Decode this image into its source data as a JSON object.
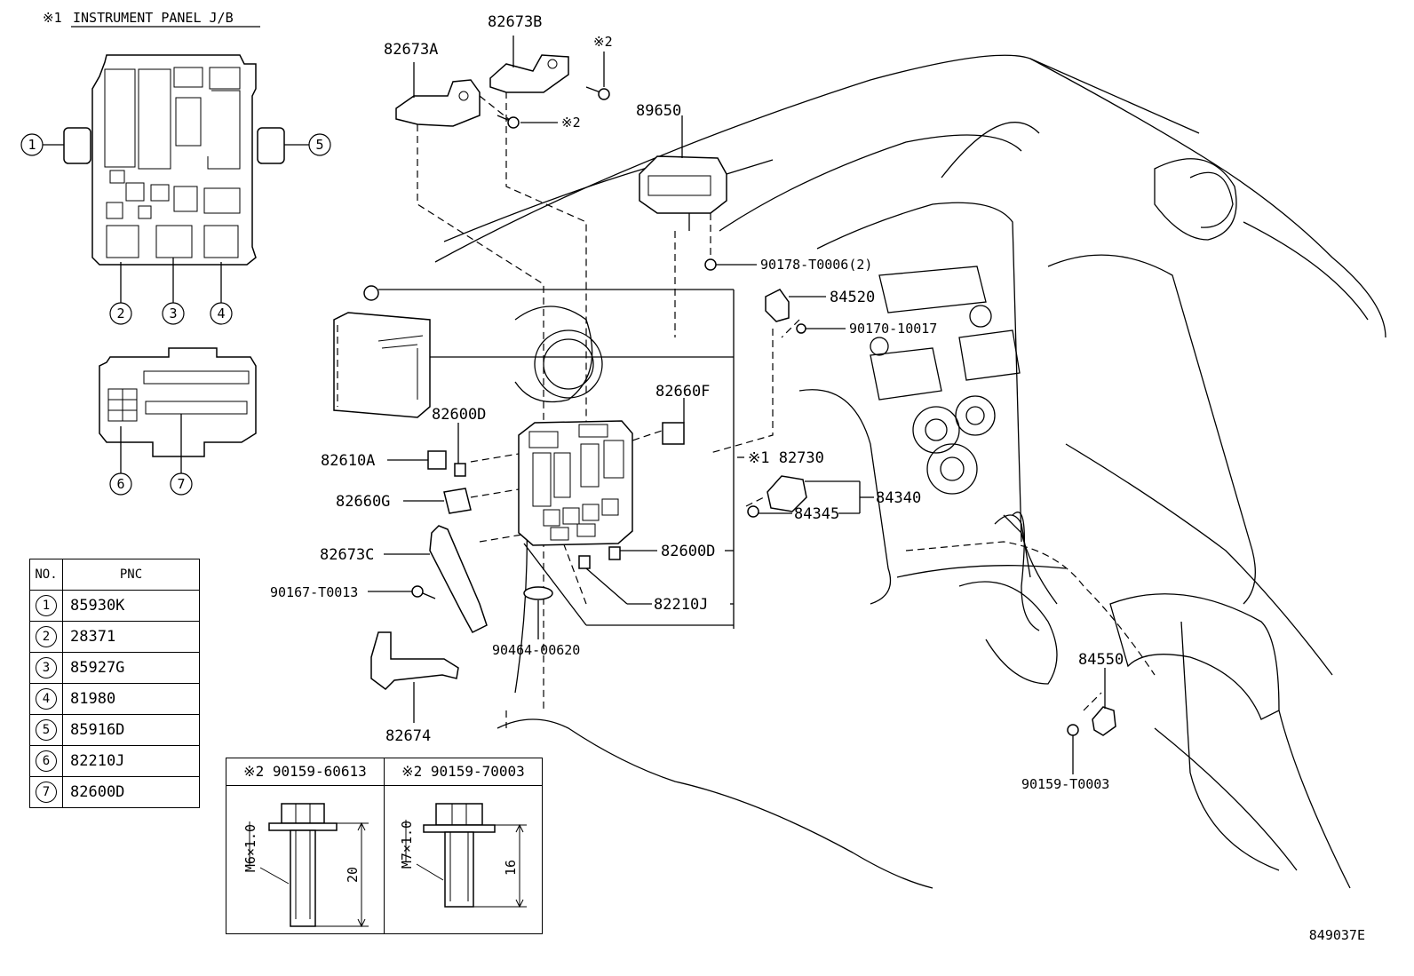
{
  "header": {
    "note_mark": "※1",
    "title": "INSTRUMENT PANEL J/B"
  },
  "callouts": {
    "c1": "1",
    "c2": "2",
    "c3": "3",
    "c4": "4",
    "c5": "5",
    "c6": "6",
    "c7": "7"
  },
  "parts": {
    "p82673A": "82673A",
    "p82673B": "82673B",
    "p89650": "89650",
    "note2_a": "※2",
    "note2_b": "※2",
    "p90178": "90178-T0006(2)",
    "p84520": "84520",
    "p90170": "90170-10017",
    "p82660F": "82660F",
    "p82600D_top": "82600D",
    "p82610A": "82610A",
    "p82730": "※1 82730",
    "p84340": "84340",
    "p84345": "84345",
    "p82660G": "82660G",
    "p82673C": "82673C",
    "p82600D_right": "82600D",
    "p90167": "90167-T0013",
    "p82210J": "82210J",
    "p90464": "90464-00620",
    "p82674": "82674",
    "p84550": "84550",
    "p90159T": "90159-T0003"
  },
  "pnc_table": {
    "col_no": "NO.",
    "col_pnc": "PNC",
    "rows": [
      {
        "no": "1",
        "pnc": "85930K"
      },
      {
        "no": "2",
        "pnc": "28371"
      },
      {
        "no": "3",
        "pnc": "85927G"
      },
      {
        "no": "4",
        "pnc": "81980"
      },
      {
        "no": "5",
        "pnc": "85916D"
      },
      {
        "no": "6",
        "pnc": "82210J"
      },
      {
        "no": "7",
        "pnc": "82600D"
      }
    ]
  },
  "bolts": {
    "left": {
      "title": "※2 90159-60613",
      "thread": "M6×1.0",
      "length": "20"
    },
    "right": {
      "title": "※2 90159-70003",
      "thread": "M7×1.0",
      "length": "16"
    }
  },
  "figure_code": "849037E"
}
